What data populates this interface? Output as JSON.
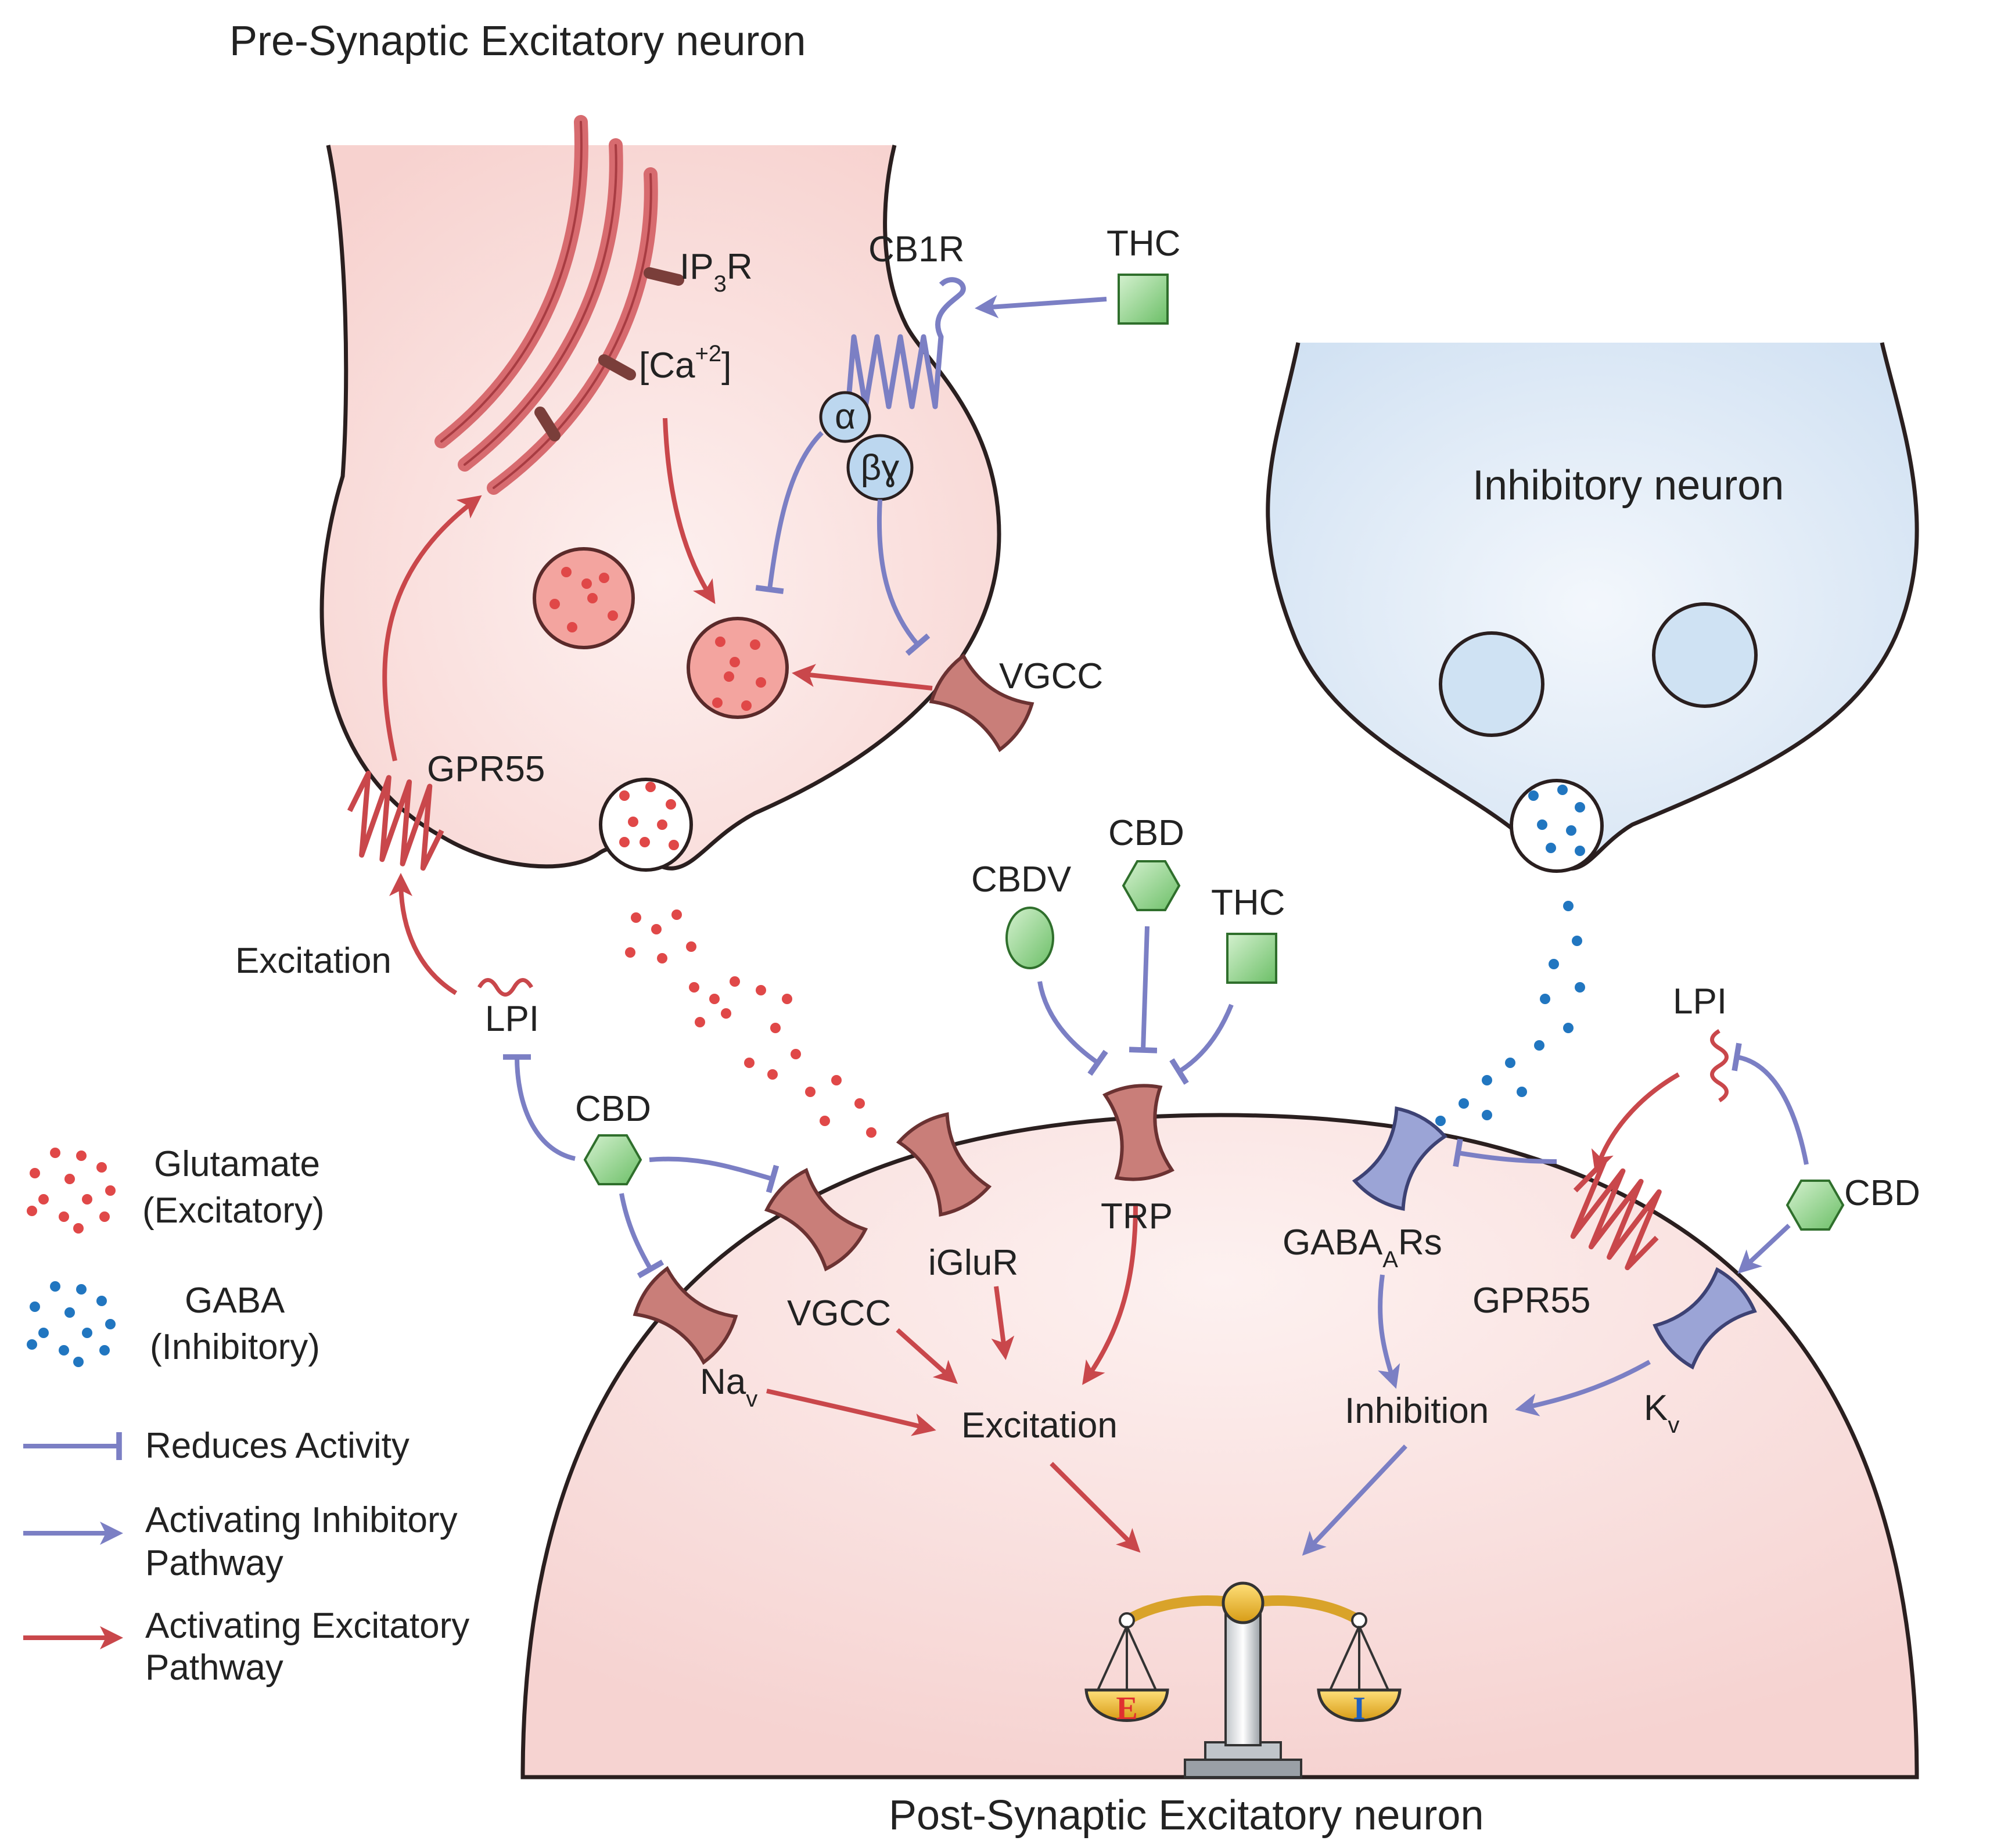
{
  "titles": {
    "pre": "Pre-Synaptic Excitatory neuron",
    "inhibitory": "Inhibitory neuron",
    "post": "Post-Synaptic Excitatory neuron"
  },
  "pre_labels": {
    "ip3r_main": "IP",
    "ip3r_sub": "3",
    "ip3r_tail": "R",
    "ca_open": "[Ca",
    "ca_sup": "+2",
    "ca_close": "]",
    "cb1r": "CB1R",
    "thc": "THC",
    "alpha": "α",
    "betagamma": "βɣ",
    "vgcc": "VGCC",
    "gpr55": "GPR55"
  },
  "cleft_labels": {
    "excitation": "Excitation",
    "lpi_left": "LPI",
    "cbd_left": "CBD",
    "cbdv": "CBDV",
    "cbd_mid": "CBD",
    "thc_mid": "THC",
    "lpi_right": "LPI",
    "cbd_right": "CBD"
  },
  "post_labels": {
    "nav_main": "Na",
    "nav_sub": "v",
    "vgcc": "VGCC",
    "iglur": "iGluR",
    "trp": "TRP",
    "gaba_main": "GABA",
    "gaba_sub": "A",
    "gaba_tail": "Rs",
    "gpr55": "GPR55",
    "kv_main": "K",
    "kv_sub": "v",
    "excitation": "Excitation",
    "inhibition": "Inhibition",
    "scale_e": "E",
    "scale_i": "I"
  },
  "legend": {
    "glutamate": [
      "Glutamate",
      "(Excitatory)"
    ],
    "gaba": [
      "GABA",
      "(Inhibitory)"
    ],
    "reduces": "Reduces Activity",
    "inhibitory_path": [
      "Activating Inhibitory",
      "Pathway"
    ],
    "excitatory_path": [
      "Activating Excitatory",
      "Pathway"
    ]
  },
  "colors": {
    "excitatory_arrow": "#c9474b",
    "inhibitory_arrow": "#7b7fc4",
    "pre_neuron_fill": "#fbe3e1",
    "inhibitory_neuron_fill": "#e3edf8",
    "post_neuron_fill": "#fae6e5",
    "glutamate_dot": "#e04848",
    "gaba_dot": "#2176c0",
    "cannabinoid_fill": "#9fd89a",
    "channel_red": "#b9706c",
    "channel_blue": "#8a94c8"
  }
}
